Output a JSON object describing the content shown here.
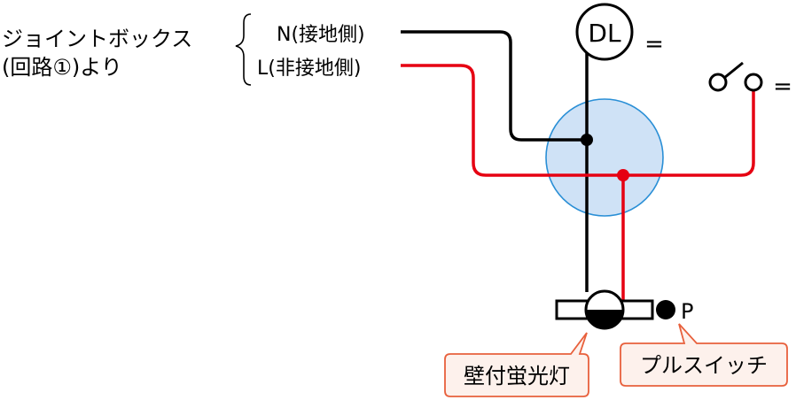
{
  "source": {
    "line1": "ジョイントボックス",
    "line2": "(回路①)より"
  },
  "neutral_label": "N(接地側)",
  "live_label": "L(非接地側)",
  "downlight": {
    "label": "DL",
    "symbol": "="
  },
  "switch": {
    "symbol": "="
  },
  "pull_switch_marker": "P",
  "callouts": {
    "fluorescent": "壁付蛍光灯",
    "pull_switch": "プルスイッチ"
  },
  "colors": {
    "neutral_wire": "#000000",
    "live_wire": "#e60012",
    "junction_fill": "#cfe2f6",
    "junction_stroke": "#2a8fd6",
    "callout_stroke": "#e8603c",
    "callout_fill": "#fdf1ec"
  }
}
